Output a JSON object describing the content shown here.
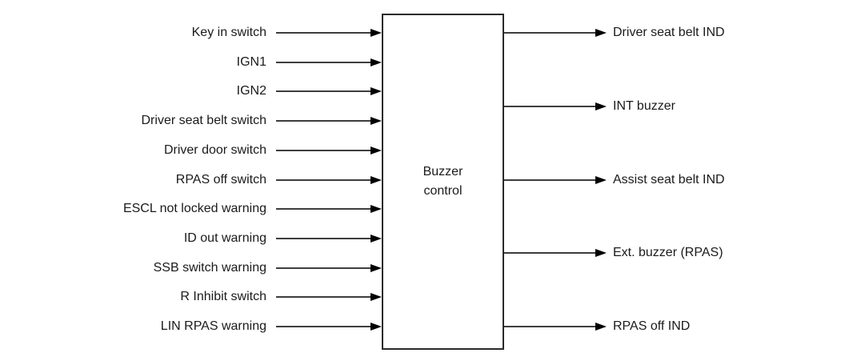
{
  "diagram": {
    "block_label": "Buzzer control",
    "inputs": [
      "Key in switch",
      "IGN1",
      "IGN2",
      "Driver seat belt switch",
      "Driver door switch",
      "RPAS off switch",
      "ESCL not locked warning",
      "ID out warning",
      "SSB switch warning",
      "R Inhibit switch",
      "LIN RPAS warning"
    ],
    "outputs": [
      "Driver seat belt IND",
      "INT buzzer",
      "Assist seat belt IND",
      "Ext. buzzer (RPAS)",
      "RPAS off IND"
    ],
    "colors": {
      "line": "#3d3d3d",
      "arrowhead": "#000000",
      "border": "#2a2a2a",
      "text": "#1a1a1a",
      "background": "#ffffff"
    }
  }
}
